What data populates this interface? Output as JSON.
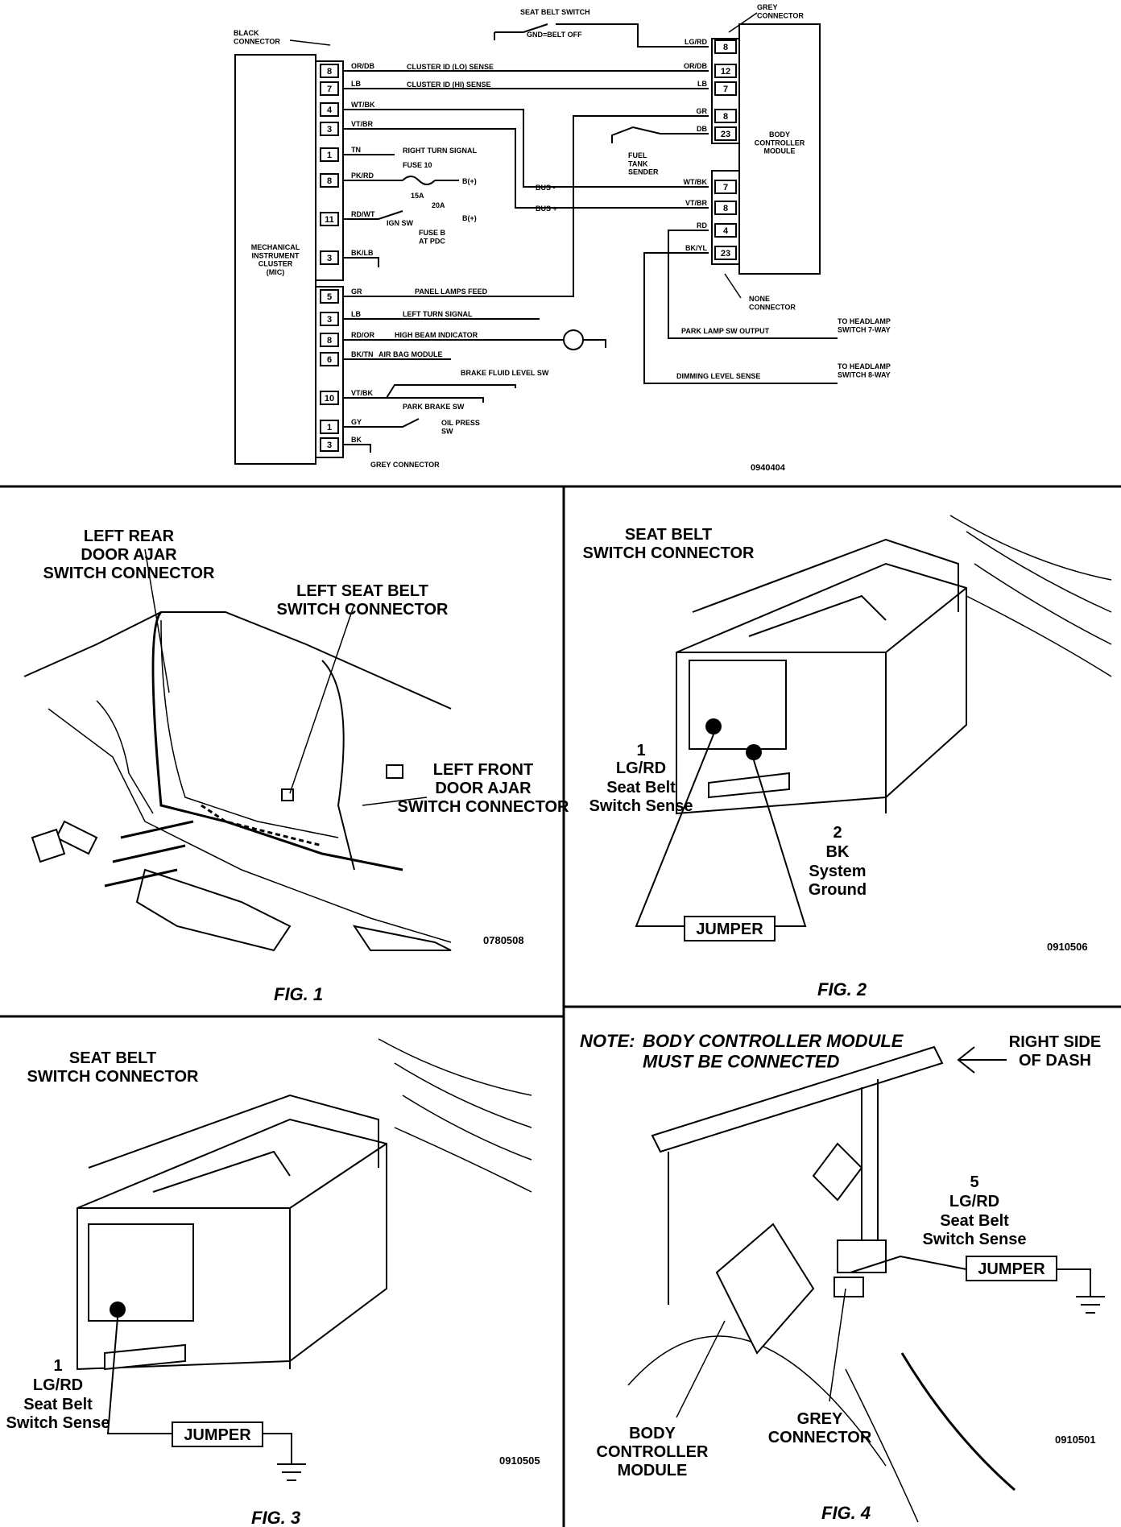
{
  "schematic": {
    "black_connector": "BLACK CONNECTOR",
    "grey_connector_top": "GREY CONNECTOR",
    "seat_belt_switch": "SEAT BELT SWITCH",
    "gnd_belt_off": "GND=BELT OFF",
    "mic_label": "MECHANICAL INSTRUMENT CLUSTER (MIC)",
    "bcm_label": "BODY CONTROLLER MODULE",
    "none_connector": "NONE CONNECTOR",
    "grey_connector_bottom": "GREY CONNECTOR",
    "left_pins": [
      "8",
      "7",
      "4",
      "3",
      "1",
      "8",
      "11",
      "3",
      "5",
      "3",
      "8",
      "6",
      "10",
      "1",
      "3"
    ],
    "left_wires": [
      "OR/DB",
      "LB",
      "WT/BK",
      "VT/BR",
      "TN",
      "PK/RD",
      "RD/WT",
      "BK/LB",
      "GR",
      "LB",
      "RD/OR",
      "BK/TN",
      "VT/BK",
      "GY",
      "BK"
    ],
    "cluster_id_lo": "CLUSTER ID (LO) SENSE",
    "cluster_id_hi": "CLUSTER ID (HI) SENSE",
    "right_turn": "RIGHT TURN SIGNAL",
    "fuse10": "FUSE 10",
    "fuse10_amp": "15A",
    "fuse_b_amp": "20A",
    "ign_sw": "IGN SW",
    "fuse_b": "FUSE B AT PDC",
    "b_plus": "B(+)",
    "panel_lamps": "PANEL LAMPS FEED",
    "left_turn": "LEFT TURN SIGNAL",
    "high_beam": "HIGH BEAM INDICATOR",
    "air_bag": "AIR BAG MODULE",
    "brake_fluid": "BRAKE FLUID LEVEL SW",
    "park_brake": "PARK BRAKE SW",
    "oil_press": "OIL PRESS SW",
    "bus_minus": "BUS -",
    "bus_plus": "BUS +",
    "fuel_tank": "FUEL TANK SENDER",
    "park_lamp": "PARK LAMP SW OUTPUT",
    "dimming": "DIMMING LEVEL SENSE",
    "to_headlamp_7": "TO HEADLAMP SWITCH 7-WAY",
    "to_headlamp_8": "TO HEADLAMP SWITCH 8-WAY",
    "bcm_top_pins": [
      "8",
      "12",
      "7",
      "8",
      "23"
    ],
    "bcm_top_wires": [
      "LG/RD",
      "OR/DB",
      "LB",
      "GR",
      "DB"
    ],
    "bcm_bot_pins": [
      "7",
      "8",
      "4",
      "23"
    ],
    "bcm_bot_wires": [
      "WT/BK",
      "VT/BR",
      "RD",
      "BK/YL"
    ],
    "code": "0940404"
  },
  "fig1": {
    "left_rear": "LEFT REAR DOOR AJAR SWITCH CONNECTOR",
    "left_seat": "LEFT SEAT BELT SWITCH CONNECTOR",
    "left_front": "LEFT FRONT DOOR AJAR SWITCH CONNECTOR",
    "code": "0780508",
    "caption": "FIG. 1"
  },
  "fig2": {
    "title": "SEAT BELT SWITCH CONNECTOR",
    "pin1": "1",
    "pin1_wire": "LG/RD",
    "pin1_desc": "Seat Belt Switch Sense",
    "pin2": "2",
    "pin2_wire": "BK",
    "pin2_desc": "System Ground",
    "jumper": "JUMPER",
    "code": "0910506",
    "caption": "FIG. 2"
  },
  "fig3": {
    "title": "SEAT BELT SWITCH CONNECTOR",
    "pin1": "1",
    "pin1_wire": "LG/RD",
    "pin1_desc": "Seat Belt Switch Sense",
    "jumper": "JUMPER",
    "code": "0910505",
    "caption": "FIG. 3"
  },
  "fig4": {
    "note": "NOTE:",
    "note_text": "BODY CONTROLLER MODULE MUST BE CONNECTED",
    "right_side": "RIGHT SIDE OF DASH",
    "pin5": "5",
    "pin5_wire": "LG/RD",
    "pin5_desc": "Seat Belt Switch Sense",
    "jumper": "JUMPER",
    "bcm": "BODY CONTROLLER MODULE",
    "grey": "GREY CONNECTOR",
    "code": "0910501",
    "caption": "FIG. 4"
  }
}
